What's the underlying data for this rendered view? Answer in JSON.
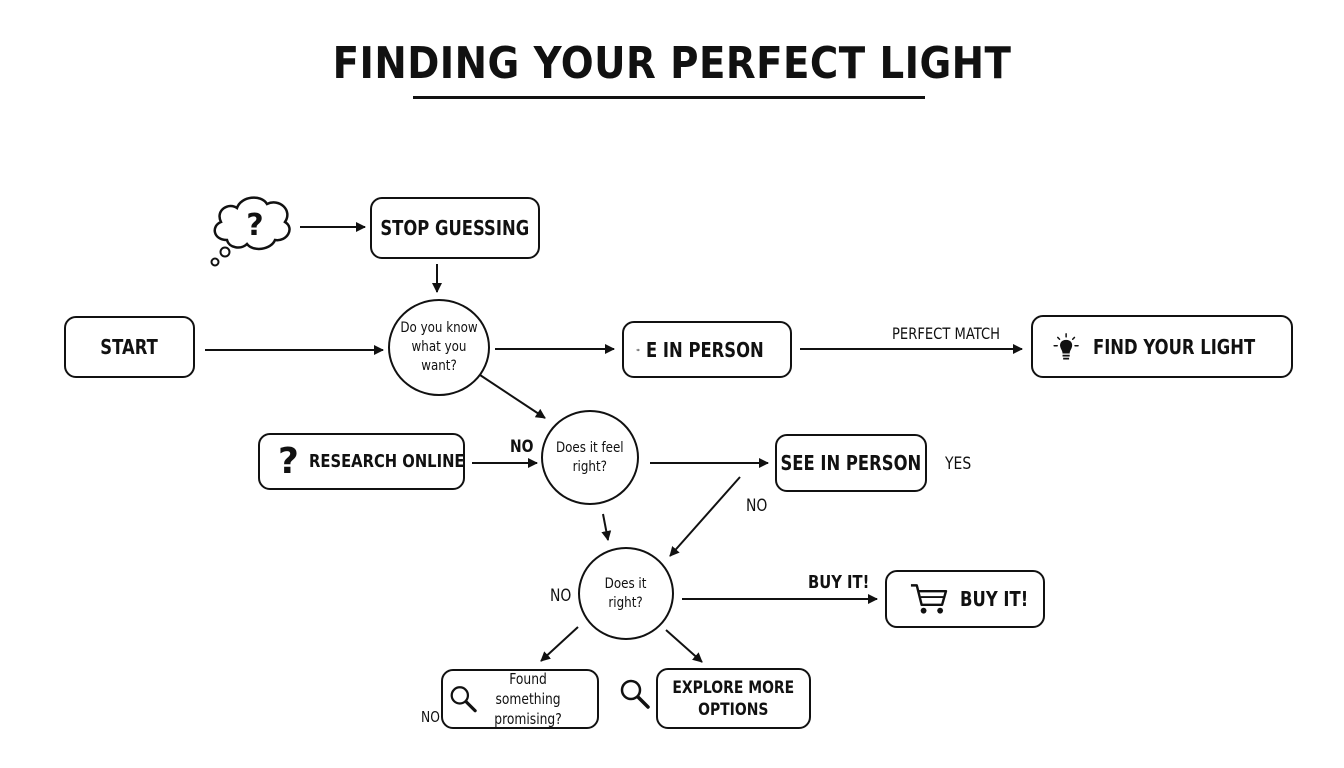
{
  "title": "FINDING YOUR PERFECT LIGHT",
  "nodes": {
    "start": "START",
    "stop_guessing": "STOP GUESSING",
    "know_what_you_want": {
      "line1": "Do you know",
      "line2": "what you want?"
    },
    "see_in_person_top": "E IN PERSON",
    "find_your_light": "FIND YOUR LIGHT",
    "research_online": "RESEARCH ONLINE",
    "does_it_feel_right": {
      "line1": "Does it feel",
      "line2": "right?"
    },
    "see_in_person_mid": "SEE IN PERSON",
    "does_it_right": {
      "line1": "Does it",
      "line2": "right?"
    },
    "buy_it_box": "BUY IT!",
    "found_something_promising": {
      "line1": "Found something",
      "line2": "promising?"
    },
    "explore_more_options": {
      "line1": "EXPLORE MORE",
      "line2": "OPTIONS"
    }
  },
  "edge_labels": {
    "perfect_match": "PERFECT MATCH",
    "no_research": "NO",
    "yes_see": "YES",
    "no_see": "NO",
    "buy_it": "BUY IT!",
    "no_left": "NO",
    "no_bottom": "NO"
  },
  "icons": {
    "thought_bubble": "thought-bubble-question-icon",
    "eye": "eye-icon",
    "lightbulb": "lightbulb-icon",
    "question": "question-mark-icon",
    "cart": "shopping-cart-icon",
    "magnifier_1": "magnifier-icon",
    "magnifier_2": "magnifier-icon"
  }
}
